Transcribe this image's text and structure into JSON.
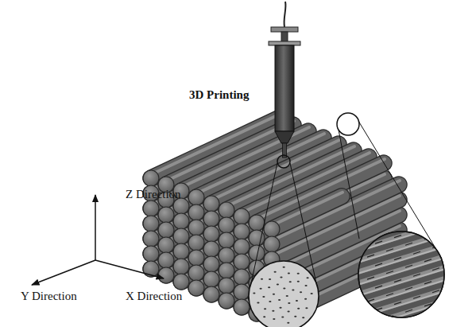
{
  "diagram": {
    "labels": [
      "3D Printing",
      "Z Direction",
      "Y Direction",
      "X Direction"
    ]
  }
}
